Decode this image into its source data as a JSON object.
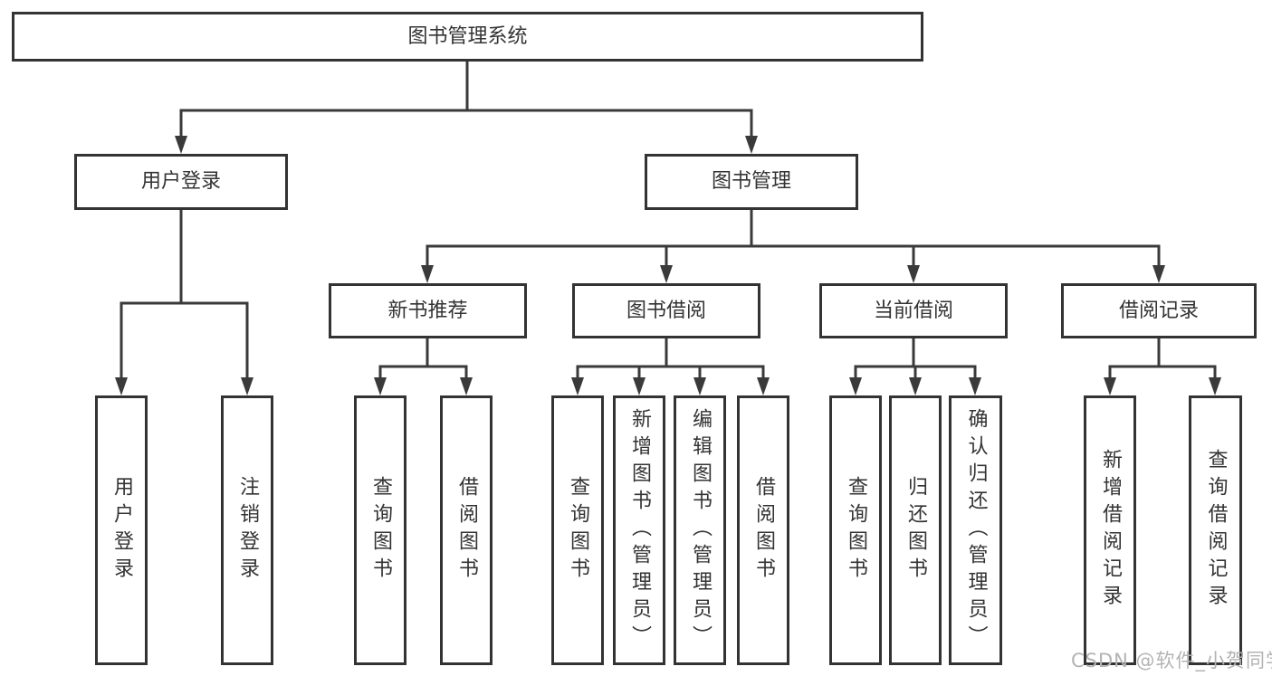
{
  "diagram": {
    "colors": {
      "line": "#3a3a3a",
      "box_border": "#333333",
      "text": "#333333",
      "background": "#ffffff",
      "watermark": "#b3b3b3"
    },
    "nodes": {
      "root": {
        "label": "图书管理系统"
      },
      "user_login": {
        "label": "用户登录"
      },
      "book_mgmt": {
        "label": "图书管理"
      },
      "new_book_rec": {
        "label": "新书推荐"
      },
      "book_borrow": {
        "label": "图书借阅"
      },
      "current_borrow": {
        "label": "当前借阅"
      },
      "borrow_records": {
        "label": "借阅记录"
      },
      "ul_user_login": {
        "label": "用户登录"
      },
      "ul_logout": {
        "label": "注销登录"
      },
      "nbr_query_books": {
        "label": "查询图书"
      },
      "nbr_borrow_books": {
        "label": "借阅图书"
      },
      "bb_query_books": {
        "label": "查询图书"
      },
      "bb_add_books": {
        "label": "新增图书（管理员）"
      },
      "bb_edit_books": {
        "label": "编辑图书（管理员）"
      },
      "bb_borrow_books": {
        "label": "借阅图书"
      },
      "cb_query_books": {
        "label": "查询图书"
      },
      "cb_return_books": {
        "label": "归还图书"
      },
      "cb_confirm_return": {
        "label": "确认归还（管理员）"
      },
      "br_add_record": {
        "label": "新增借阅记录"
      },
      "br_query_record": {
        "label": "查询借阅记录"
      }
    },
    "watermark": {
      "text": "CSDN @软件_小贺同学"
    }
  }
}
